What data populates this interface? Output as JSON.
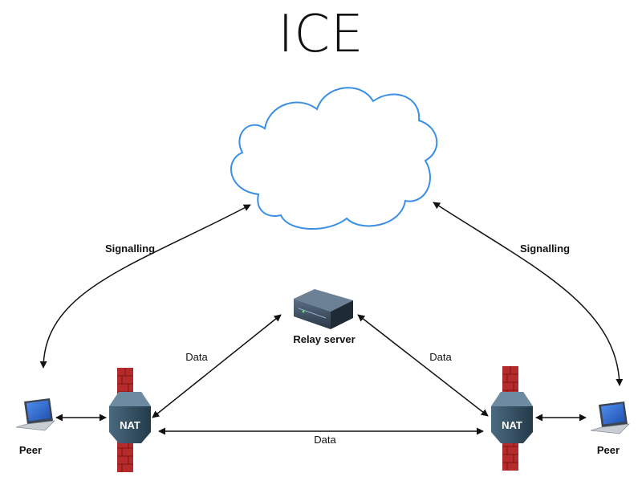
{
  "title": "ICE",
  "labels": {
    "signalling_left": "Signalling",
    "signalling_right": "Signalling",
    "relay": "Relay server",
    "data_left": "Data",
    "data_right": "Data",
    "data_bottom": "Data",
    "nat_left": "NAT",
    "nat_right": "NAT",
    "peer_left": "Peer",
    "peer_right": "Peer"
  },
  "colors": {
    "cloud_stroke": "#3a8ee6",
    "firewall": "#b52b2b",
    "nat_body": "#2f4a5c",
    "laptop_screen": "#2a64c8"
  }
}
